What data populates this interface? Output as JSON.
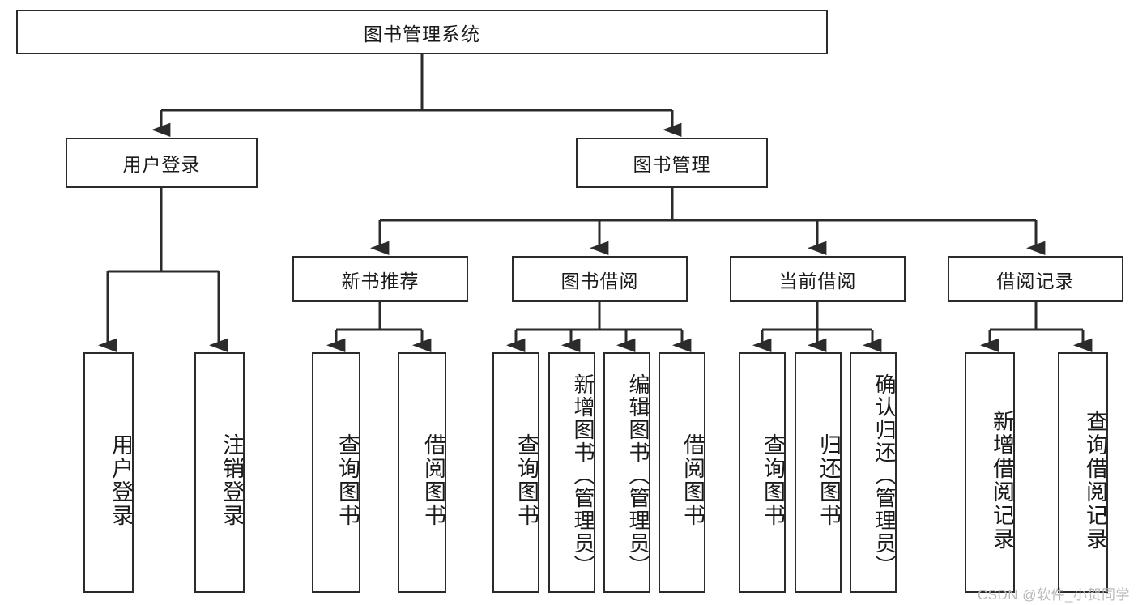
{
  "diagram": {
    "title_node": {
      "label": "图书管理系统"
    },
    "level2": [
      {
        "id": "user-login",
        "label": "用户登录"
      },
      {
        "id": "book-management",
        "label": "图书管理"
      }
    ],
    "level3": [
      {
        "id": "new-book-recommend",
        "label": "新书推荐"
      },
      {
        "id": "book-borrow",
        "label": "图书借阅"
      },
      {
        "id": "current-borrow",
        "label": "当前借阅"
      },
      {
        "id": "borrow-record",
        "label": "借阅记录"
      }
    ],
    "leaves": {
      "user_login": [
        {
          "id": "leaf-user-login",
          "label": "用户登录"
        },
        {
          "id": "leaf-logout-login",
          "label": "注销登录"
        }
      ],
      "new_book_recommend": [
        {
          "id": "leaf-query-book-1",
          "label": "查询图书"
        },
        {
          "id": "leaf-borrow-book-1",
          "label": "借阅图书"
        }
      ],
      "book_borrow": [
        {
          "id": "leaf-query-book-2",
          "label": "查询图书"
        },
        {
          "id": "leaf-add-book",
          "label": "新增图书（管理员）"
        },
        {
          "id": "leaf-edit-book",
          "label": "编辑图书（管理员）"
        },
        {
          "id": "leaf-borrow-book-2",
          "label": "借阅图书"
        }
      ],
      "current_borrow": [
        {
          "id": "leaf-query-book-3",
          "label": "查询图书"
        },
        {
          "id": "leaf-return-book",
          "label": "归还图书"
        },
        {
          "id": "leaf-confirm-return",
          "label": "确认归还（管理员）"
        }
      ],
      "borrow_record": [
        {
          "id": "leaf-add-borrow-record",
          "label": "新增借阅记录"
        },
        {
          "id": "leaf-query-borrow-record",
          "label": "查询借阅记录"
        }
      ]
    },
    "watermark": {
      "text": "CSDN @软件_小贺同学"
    },
    "colors": {
      "stroke": "#2b2b2b",
      "background": "#ffffff",
      "text": "#1a1a1a",
      "watermark": "#b9b9b9"
    }
  }
}
